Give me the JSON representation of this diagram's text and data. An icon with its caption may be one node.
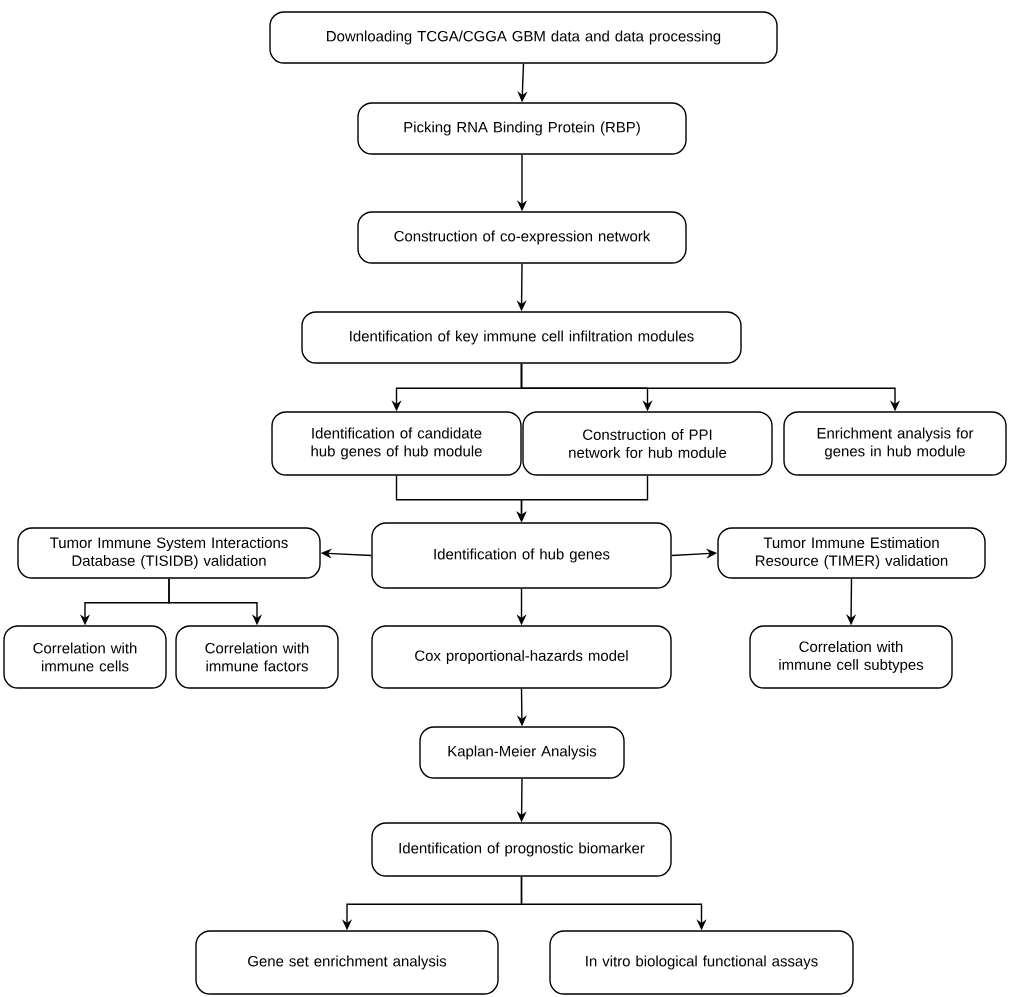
{
  "diagram": {
    "nodes": [
      {
        "text": [
          "Downloading TCGA/CGGA GBM data and data processing"
        ]
      },
      {
        "text": [
          "Picking RNA Binding Protein (RBP)"
        ]
      },
      {
        "text": [
          "Construction of co-expression network"
        ]
      },
      {
        "text": [
          "Identification of key immune cell infiltration modules"
        ]
      },
      {
        "text": [
          "Identification of candidate hub genes of hub module"
        ]
      },
      {
        "text": [
          "Construction of PPI network for hub module"
        ]
      },
      {
        "text": [
          "Enrichment analysis for genes in hub module"
        ]
      },
      {
        "text": [
          "Identification of hub genes"
        ]
      },
      {
        "text": [
          "Tumor Immune System Interactions Database (TISIDB) validation"
        ]
      },
      {
        "text": [
          "Tumor Immune Estimation Resource (TIMER) validation"
        ]
      },
      {
        "text": [
          "Correlation with immune cells"
        ]
      },
      {
        "text": [
          "Correlation with immune factors"
        ]
      },
      {
        "text": [
          "Cox proportional-hazards model"
        ]
      },
      {
        "text": [
          "Correlation with immune cell subtypes"
        ]
      },
      {
        "text": [
          "Kaplan-Meier Analysis"
        ]
      },
      {
        "text": [
          "Identification of prognostic biomarker"
        ]
      },
      {
        "text": [
          "Gene set enrichment analysis"
        ]
      },
      {
        "text": [
          "In vitro biological functional assays"
        ]
      }
    ],
    "edges": [
      {
        "from": 0,
        "to": 1,
        "arrow": "to"
      },
      {
        "from": 1,
        "to": 2,
        "arrow": "to"
      },
      {
        "from": 2,
        "to": 3,
        "arrow": "to"
      },
      {
        "from": 3,
        "to": 4,
        "arrow": "to"
      },
      {
        "from": 3,
        "to": 5,
        "arrow": "to"
      },
      {
        "from": 3,
        "to": 6,
        "arrow": "to"
      },
      {
        "from": 4,
        "to": 7,
        "arrow": "to"
      },
      {
        "from": 5,
        "to": 7,
        "arrow": "to"
      },
      {
        "from": 7,
        "to": 8,
        "arrow": "to"
      },
      {
        "from": 7,
        "to": 9,
        "arrow": "to"
      },
      {
        "from": 7,
        "to": 12,
        "arrow": "to"
      },
      {
        "from": 8,
        "to": 10,
        "arrow": "to"
      },
      {
        "from": 8,
        "to": 11,
        "arrow": "to"
      },
      {
        "from": 9,
        "to": 13,
        "arrow": "to"
      },
      {
        "from": 12,
        "to": 14,
        "arrow": "to"
      },
      {
        "from": 14,
        "to": 15,
        "arrow": "to"
      },
      {
        "from": 15,
        "to": 16,
        "arrow": "to"
      },
      {
        "from": 15,
        "to": 17,
        "arrow": "to"
      }
    ]
  }
}
